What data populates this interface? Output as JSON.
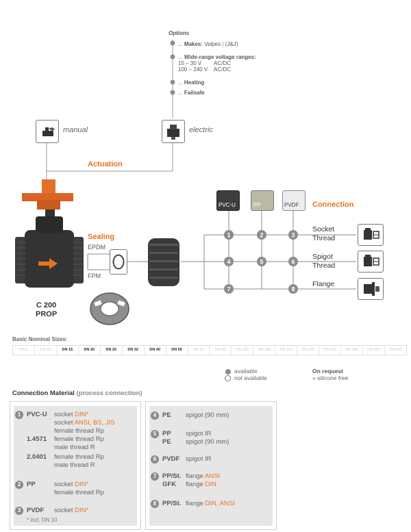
{
  "options": {
    "title": "Options",
    "makes_label": "Makes:",
    "makes_value": "Valpes",
    "makes_sep": "|",
    "makes_suffix": "(J&J)",
    "voltage_label": "Wide-range voltage ranges:",
    "voltage_1": "15 – 30 V",
    "voltage_1_type": "AC/DC",
    "voltage_2": "100 – 240 V",
    "voltage_2_type": "AC/DC",
    "heating": "Heating",
    "failsafe": "Failsafe",
    "prefix": "..."
  },
  "actuation": {
    "manual": "manual",
    "electric": "electric",
    "label": "Actuation"
  },
  "sealing": {
    "label": "Sealing",
    "epdm": "EPDM",
    "fpm": "FPM"
  },
  "product": {
    "name": "C 200",
    "subname": "PROP"
  },
  "connection": {
    "label": "Connection",
    "materials": [
      "PVC-U",
      "PP",
      "PVDF"
    ],
    "nodes": [
      "1",
      "2",
      "3",
      "4",
      "5",
      "6",
      "7",
      "8"
    ],
    "socket": "Socket",
    "socket_thread": "Thread",
    "spigot": "Spigot",
    "spigot_thread": "Thread",
    "flange": "Flange"
  },
  "nominal": {
    "title": "Basic Nominal Sizes:",
    "sizes": [
      "DN 8",
      "DN 10",
      "DN 15",
      "DN 20",
      "DN 25",
      "DN 32",
      "DN 40",
      "DN 50",
      "DN 65",
      "DN 80",
      "DN 100",
      "DN 125",
      "DN 150",
      "DN 200",
      "DN 250",
      "DN 300",
      "DN 350",
      "DN 400"
    ],
    "available": [
      false,
      false,
      true,
      true,
      true,
      true,
      true,
      true,
      false,
      false,
      false,
      false,
      false,
      false,
      false,
      false,
      false,
      false
    ]
  },
  "legend": {
    "available": "available",
    "not_available": "not available",
    "on_request": "On request",
    "silicone": "» silicone free"
  },
  "material": {
    "title": "Connection Material",
    "subtitle": "(process connection)",
    "left": {
      "n1": "1",
      "m1": "PVC-U",
      "m1_l1a": "socket",
      "m1_l1b": "DIN*",
      "m1_l2a": "socket",
      "m1_l2b": "ANSI, BS, JIS",
      "m1_l3": "female thread Rp",
      "m1_steel1": "1.4571",
      "m1_l4": "female thread Rp",
      "m1_l5": "male thread R",
      "m1_steel2": "2.0401",
      "m1_l6": "female thread Rp",
      "m1_l7": "male thread R",
      "n2": "2",
      "m2": "PP",
      "m2_l1a": "socket",
      "m2_l1b": "DIN*",
      "m2_l2": "female thread Rp",
      "n3": "3",
      "m3": "PVDF",
      "m3_l1a": "socket",
      "m3_l1b": "DIN*",
      "note": "* incl. DN 10"
    },
    "right": {
      "n4": "4",
      "m4": "PE",
      "m4_l1": "spigot (90 mm)",
      "n5": "5",
      "m5a": "PP",
      "m5a_l1": "spigot IR",
      "m5b": "PE",
      "m5b_l1": "spigot (90 mm)",
      "n6": "6",
      "m6": "PVDF",
      "m6_l1": "spigot IR",
      "n7": "7",
      "m7a": "PP/St.",
      "m7a_l1a": "flange",
      "m7a_l1b": "ANSI",
      "m7b": "GFK",
      "m7b_l1a": "flange",
      "m7b_l1b": "DIN",
      "n8": "8",
      "m8": "PP/St.",
      "m8_l1a": "flange",
      "m8_l1b": "DIN, ANSI"
    }
  }
}
